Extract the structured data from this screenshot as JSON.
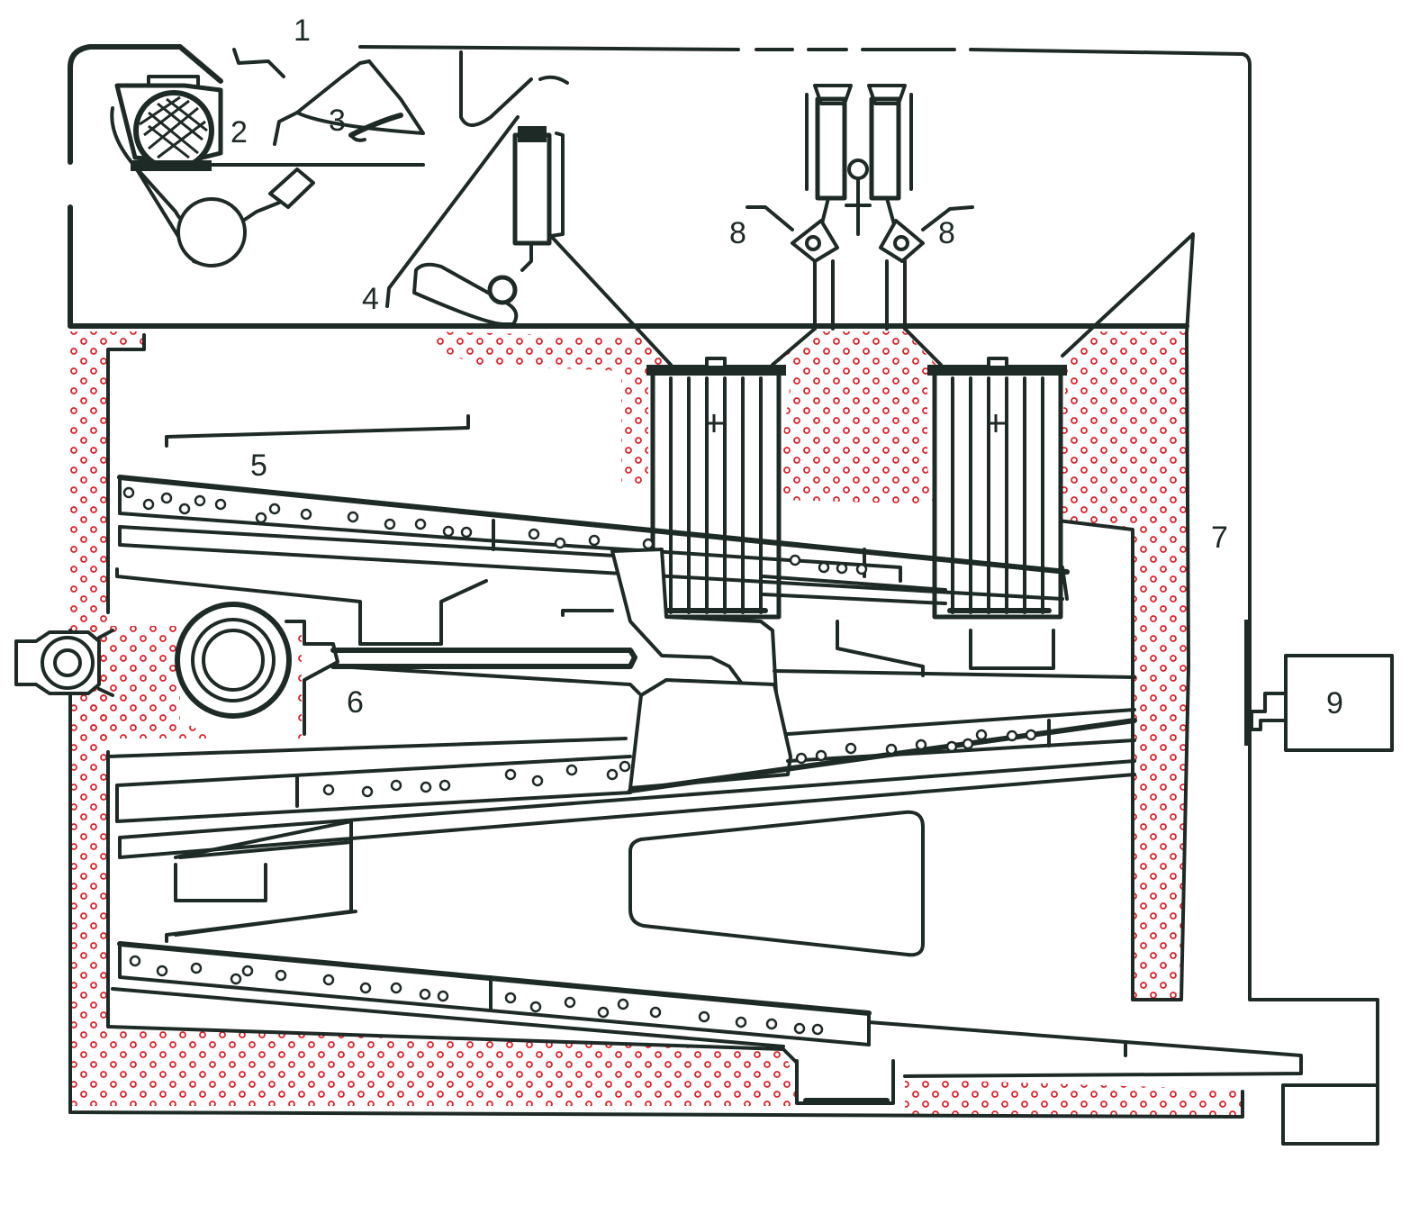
{
  "labels": {
    "l1": "1",
    "l2": "2",
    "l3": "3",
    "l4": "4",
    "l5": "5",
    "l6": "6",
    "l7": "7",
    "l8a": "8",
    "l8b": "8",
    "l9": "9"
  },
  "colors": {
    "line": "#1e2a26",
    "dots": "#e0212a",
    "background": "#ffffff"
  }
}
